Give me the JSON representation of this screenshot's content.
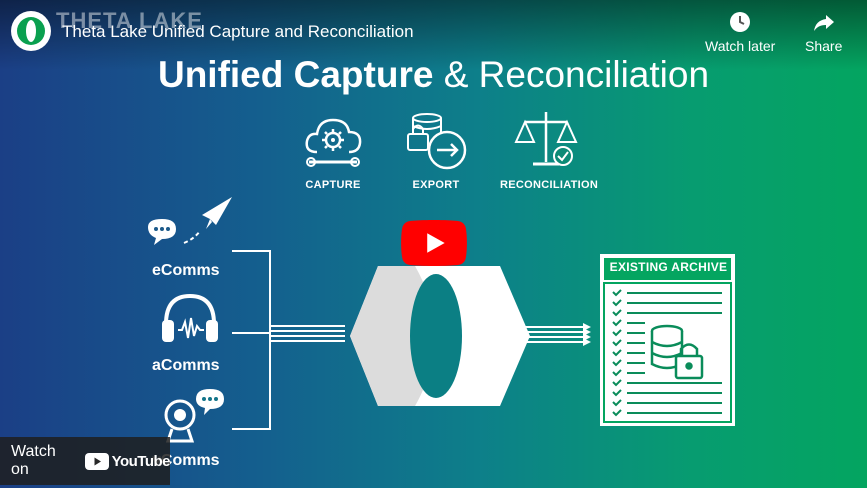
{
  "channel": {
    "watermark": "THETA LAKE",
    "avatar_icon": "theta-lake-logo-icon"
  },
  "video": {
    "title": "Theta Lake Unified Capture and Reconciliation"
  },
  "top_actions": {
    "watch_later": {
      "label": "Watch later",
      "icon": "clock-icon"
    },
    "share": {
      "label": "Share",
      "icon": "share-arrow-icon"
    }
  },
  "slide": {
    "headline_bold": "Unified Capture",
    "headline_rest": "& Reconciliation",
    "features": [
      {
        "label": "CAPTURE",
        "icon": "cloud-gear-icon"
      },
      {
        "label": "EXPORT",
        "icon": "database-export-icon"
      },
      {
        "label": "RECONCILIATION",
        "icon": "scales-check-icon"
      }
    ],
    "comms": [
      {
        "label": "eComms",
        "icon": "chat-paperplane-icon"
      },
      {
        "label": "aComms",
        "icon": "headphones-icon"
      },
      {
        "label": "vComms",
        "icon": "webcam-chat-icon"
      }
    ],
    "archive_title": "EXISTING ARCHIVE"
  },
  "player": {
    "play_icon": "play-icon",
    "watch_on_label": "Watch on",
    "youtube_label": "YouTube"
  },
  "colors": {
    "play_red": "#ff0000",
    "accent_green": "#04a560",
    "accent_blue": "#1b3f86"
  }
}
